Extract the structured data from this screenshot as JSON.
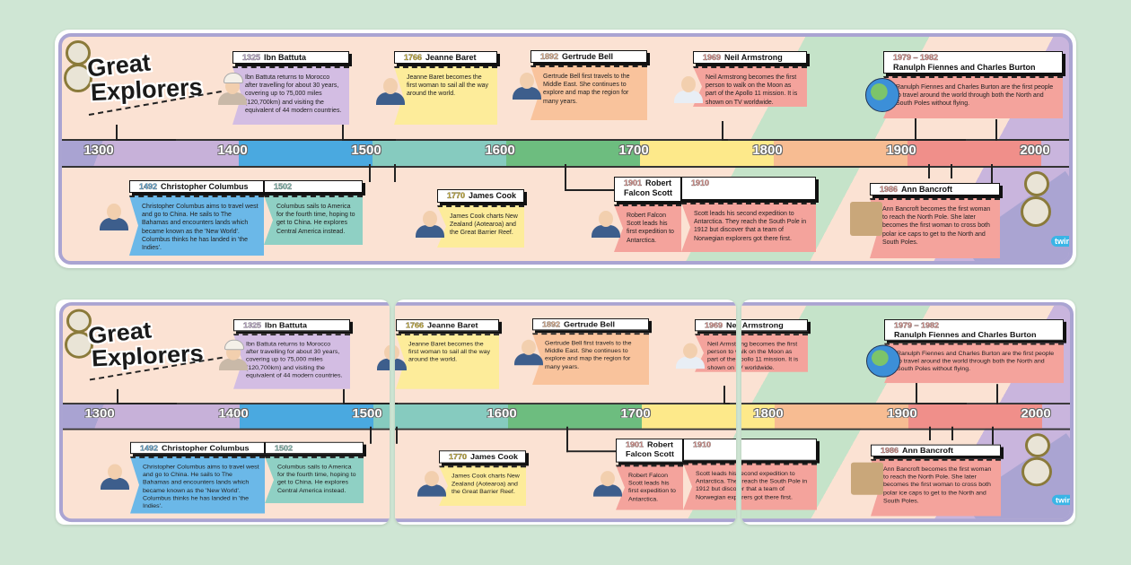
{
  "title": {
    "line1": "Great",
    "line2": "Explorers"
  },
  "brand": "twinkl",
  "timeline": {
    "labels": [
      "1300",
      "1400",
      "1500",
      "1600",
      "1700",
      "1800",
      "1900",
      "2000"
    ],
    "segment_colors": [
      "#c7b1d9",
      "#4aa9e0",
      "#86cbbf",
      "#6dbd7f",
      "#fde98a",
      "#f7bc92",
      "#f08f8a"
    ]
  },
  "events": [
    {
      "year": "1325",
      "name": "Ibn Battuta",
      "text": "Ibn Battuta returns to Morocco after travelling for about 30 years, covering up to 75,000 miles (120,700km) and visiting the equivalent of 44 modern countries.",
      "color": "#d3bde3",
      "icon": "turban-portrait"
    },
    {
      "year": "1766",
      "name": "Jeanne Baret",
      "text": "Jeanne Baret becomes the first woman to sail all the way around the world.",
      "color": "#fdec9a",
      "icon": "portrait"
    },
    {
      "year": "1892",
      "name": "Gertrude Bell",
      "text": "Gertrude Bell first travels to the Middle East. She continues to explore and map the region for many years.",
      "color": "#f9c39c",
      "icon": "portrait"
    },
    {
      "year": "1969",
      "name": "Neil Armstrong",
      "text": "Neil Armstrong becomes the first person to walk on the Moon as part of the Apollo 11 mission. It is shown on TV worldwide.",
      "color": "#f4a39c",
      "icon": "astronaut-portrait"
    },
    {
      "year": "1979 – 1982",
      "name": "Ranulph Fiennes and Charles Burton",
      "text": "Ranulph Fiennes and Charles Burton are the first people to travel around the world through both the North and South Poles without flying.",
      "color": "#f4a39c",
      "icon": "globe"
    },
    {
      "year": "1492",
      "name": "Christopher Columbus",
      "text": "Christopher Columbus aims to travel west and go to China. He sails to The Bahamas and encounters lands which became known as the 'New World'. Columbus thinks he has landed in 'the Indies'.",
      "color": "#6bb8e8",
      "icon": "portrait"
    },
    {
      "year": "1502",
      "name": "",
      "text": "Columbus sails to America for the fourth time, hoping to get to China. He explores Central America instead.",
      "color": "#8fd0c4",
      "icon": ""
    },
    {
      "year": "1770",
      "name": "James Cook",
      "text": "James Cook charts New Zealand (Aotearoa) and the Great Barrier Reef.",
      "color": "#fdec9a",
      "icon": "portrait"
    },
    {
      "year": "1901",
      "name": "Robert Falcon Scott",
      "text": "Robert Falcon Scott leads his first expedition to Antarctica.",
      "color": "#f4a39c",
      "icon": "portrait"
    },
    {
      "year": "1910",
      "name": "",
      "text": "Scott leads his second expedition to Antarctica. They reach the South Pole in 1912 but discover that a team of Norwegian explorers got there first.",
      "color": "#f4a39c",
      "icon": ""
    },
    {
      "year": "1986",
      "name": "Ann Bancroft",
      "text": "Ann Bancroft becomes the first woman to reach the North Pole. She later becomes the first woman to cross both polar ice caps to get to the North and South Poles.",
      "color": "#f4a39c",
      "icon": "map"
    }
  ]
}
